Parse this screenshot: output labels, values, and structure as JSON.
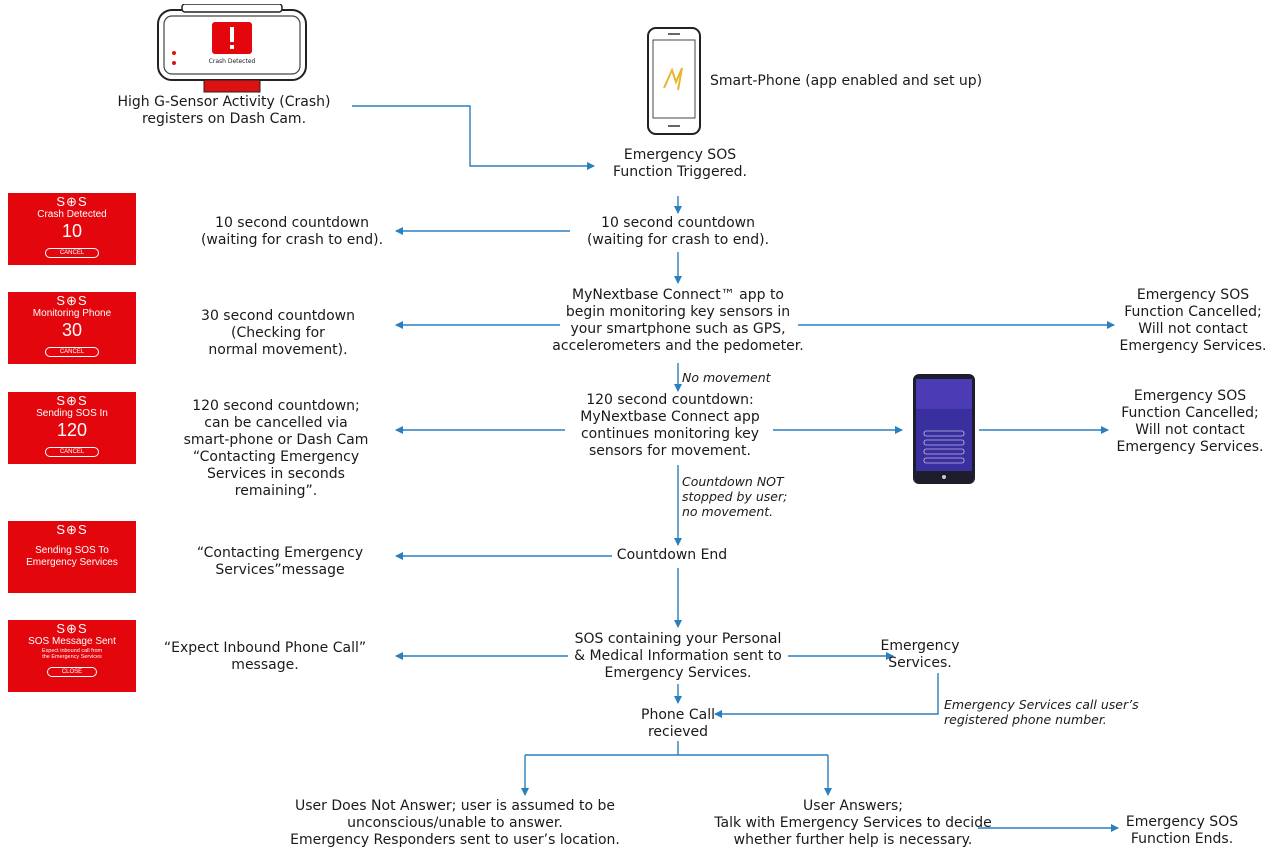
{
  "dashcam": {
    "screen_label": "Crash Detected",
    "caption": [
      "High G-Sensor Activity (Crash)",
      "registers on Dash Cam."
    ]
  },
  "phone": {
    "caption": "Smart-Phone (app enabled and set up)"
  },
  "flow": {
    "sos_triggered": [
      "Emergency SOS",
      "Function Triggered."
    ],
    "countdown10": [
      "10 second countdown",
      "(waiting for crash to end)."
    ],
    "monitoring": [
      "MyNextbase Connect™ app to",
      "begin monitoring key sensors in",
      "your smartphone such as GPS,",
      "accelerometers and the pedometer."
    ],
    "countdown120": [
      "120 second countdown:",
      "MyNextbase Connect app",
      "continues monitoring key",
      "sensors for movement."
    ],
    "countdown_end": "Countdown End",
    "sos_sent": [
      "SOS containing your Personal",
      "& Medical Information sent to",
      "Emergency Services."
    ],
    "phone_call": [
      "Phone Call",
      "recieved"
    ],
    "no_answer": [
      "User Does Not Answer; user is assumed to be",
      "unconscious/unable to answer.",
      "Emergency Responders sent to user’s location."
    ],
    "answers": [
      "User Answers;",
      "Talk with Emergency Services to decide",
      "whether further help is necessary."
    ],
    "function_ends": [
      "Emergency SOS",
      "Function Ends."
    ],
    "emergency_services": [
      "Emergency",
      "Services."
    ]
  },
  "notes": {
    "no_movement": "No movement",
    "not_stopped": [
      "Countdown NOT",
      "stopped by user;",
      "no movement."
    ],
    "services_call": [
      "Emergency Services call user’s",
      "registered phone number."
    ]
  },
  "cancelled": [
    "Emergency SOS",
    "Function Cancelled;",
    "Will not contact",
    "Emergency Services."
  ],
  "dashcam_messages": {
    "m10": [
      "10 second countdown",
      "(waiting for crash to end)."
    ],
    "m30": [
      "30 second countdown",
      "(Checking for",
      "normal movement)."
    ],
    "m120": [
      "120 second countdown;",
      "can be cancelled via",
      "smart-phone or Dash Cam",
      "“Contacting Emergency",
      "Services in seconds",
      "remaining”."
    ],
    "contacting": [
      "“Contacting Emergency",
      "Services”message"
    ],
    "expect": [
      "“Expect Inbound Phone Call”",
      "message."
    ]
  },
  "panels": {
    "p1": {
      "sos": "S⊕S",
      "title": "Crash Detected",
      "count": "10",
      "button": "CANCEL"
    },
    "p2": {
      "sos": "S⊕S",
      "title": "Monitoring Phone",
      "count": "30",
      "button": "CANCEL"
    },
    "p3": {
      "sos": "S⊕S",
      "title": "Sending SOS In",
      "count": "120",
      "button": "CANCEL"
    },
    "p4": {
      "sos": "S⊕S",
      "title": "Sending SOS To Emergency Services"
    },
    "p5": {
      "sos": "S⊕S",
      "title": "SOS Message Sent",
      "sub": "Expect inbound call from the Emergency Services",
      "button": "CLOSE"
    }
  },
  "colors": {
    "arrow": "#2a7fbf",
    "panel": "#e3060d",
    "phone_screen": "#3a2f9e"
  }
}
